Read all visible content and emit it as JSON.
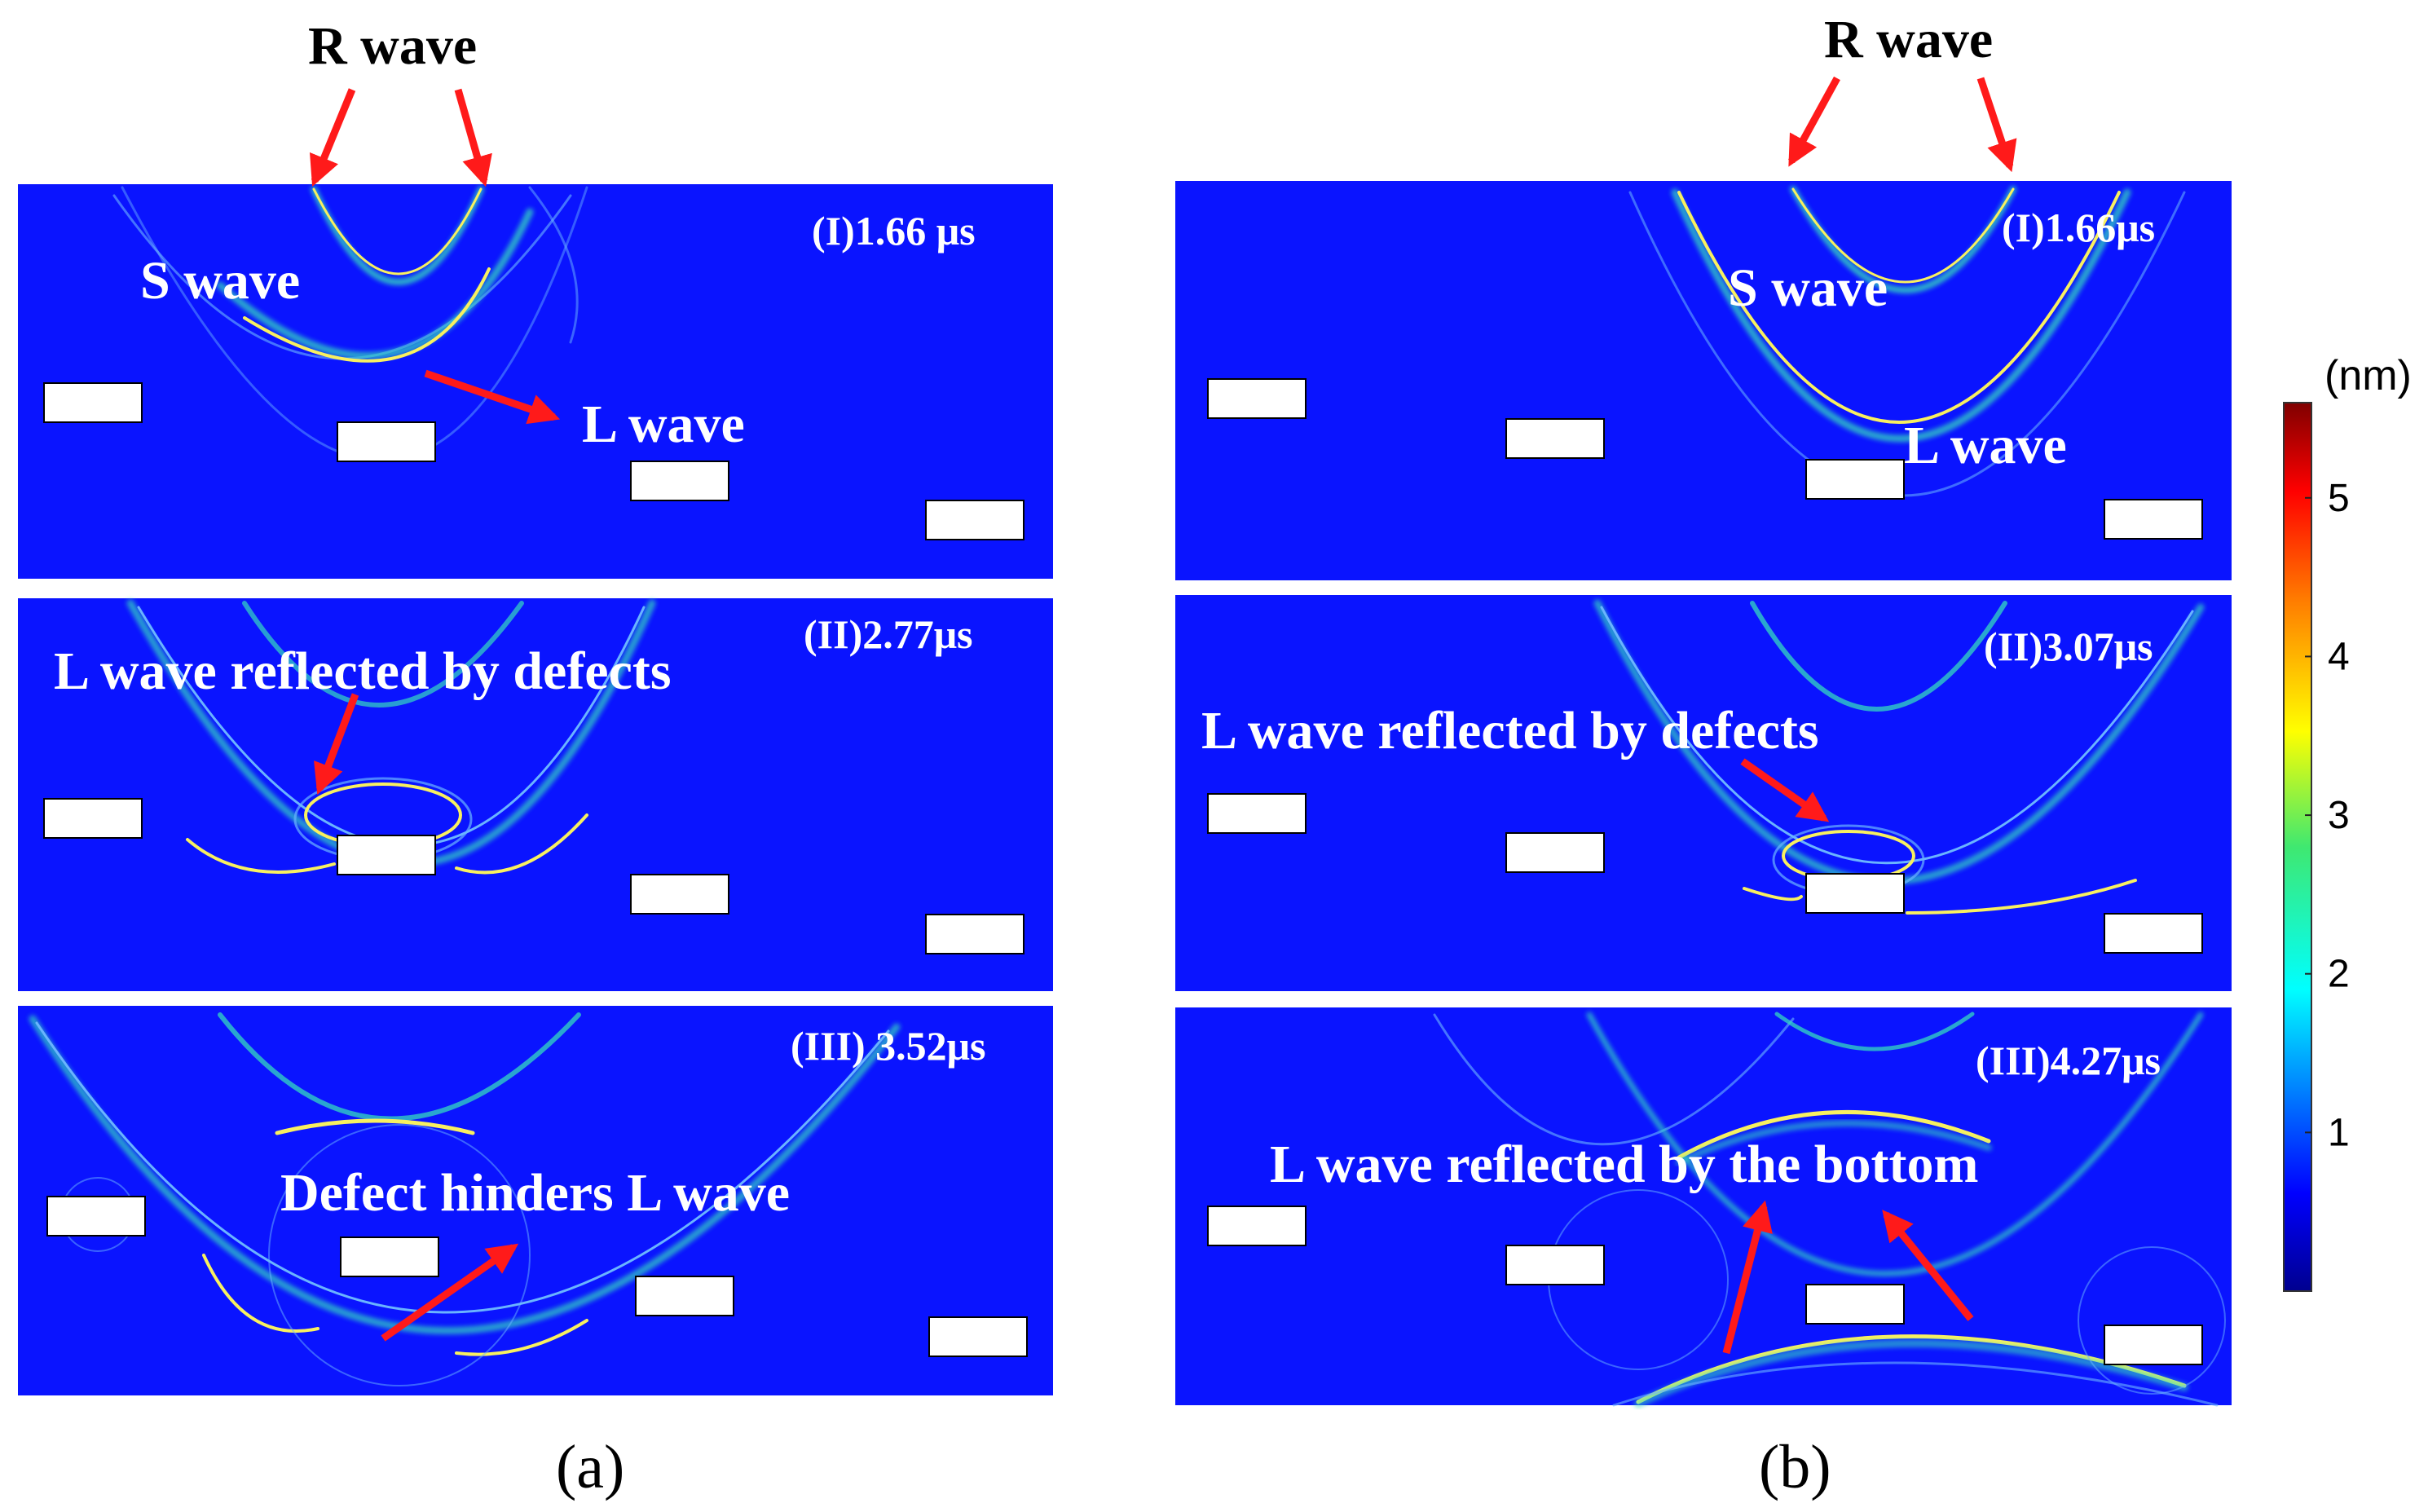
{
  "colors": {
    "field_background": "#0a14ff",
    "defect_fill": "#ffffff",
    "arrow": "#ff1a1a",
    "wave_core": "#f8f060",
    "wave_mid": "#34d8c0",
    "wave_edge": "#6ab4ff"
  },
  "panels": {
    "a": {
      "sublabel": "(a)",
      "top_label": "R wave",
      "frame1": {
        "time": "(I)1.66 μs",
        "s_wave": "S wave",
        "l_wave": "L wave"
      },
      "frame2": {
        "time": "(II)2.77μs",
        "annotation": "L wave reflected by defects"
      },
      "frame3": {
        "time": "(III) 3.52μs",
        "annotation": "Defect hinders L wave"
      }
    },
    "b": {
      "sublabel": "(b)",
      "top_label": "R wave",
      "frame1": {
        "time": "(I)1.66μs",
        "s_wave": "S wave",
        "l_wave": "L wave"
      },
      "frame2": {
        "time": "(II)3.07μs",
        "annotation": "L wave reflected by defects"
      },
      "frame3": {
        "time": "(III)4.27μs",
        "annotation": "L wave reflected by the bottom"
      }
    }
  },
  "colorbar": {
    "unit": "(nm)",
    "ticks": [
      "1",
      "2",
      "3",
      "4",
      "5"
    ],
    "tick_values": [
      1,
      2,
      3,
      4,
      5
    ],
    "min": 0,
    "max": 5.6,
    "colormap": "jet"
  }
}
